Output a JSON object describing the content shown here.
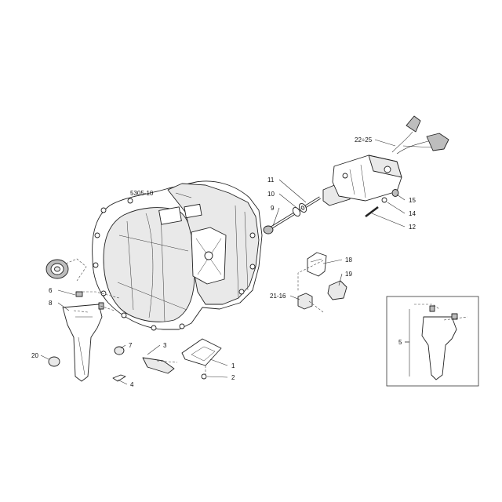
{
  "diagram": {
    "callouts": [
      {
        "id": "c-5305-10",
        "text": "5305-10"
      },
      {
        "id": "c-11",
        "text": "11"
      },
      {
        "id": "c-10",
        "text": "10"
      },
      {
        "id": "c-9",
        "text": "9"
      },
      {
        "id": "c-22-25",
        "text": "22÷25"
      },
      {
        "id": "c-15",
        "text": "15"
      },
      {
        "id": "c-14",
        "text": "14"
      },
      {
        "id": "c-12",
        "text": "12"
      },
      {
        "id": "c-18",
        "text": "18"
      },
      {
        "id": "c-19",
        "text": "19"
      },
      {
        "id": "c-21-16",
        "text": "21-16"
      },
      {
        "id": "c-6",
        "text": "6"
      },
      {
        "id": "c-8",
        "text": "8"
      },
      {
        "id": "c-20",
        "text": "20"
      },
      {
        "id": "c-7",
        "text": "7"
      },
      {
        "id": "c-3",
        "text": "3"
      },
      {
        "id": "c-4",
        "text": "4"
      },
      {
        "id": "c-1",
        "text": "1"
      },
      {
        "id": "c-2",
        "text": "2"
      },
      {
        "id": "c-5",
        "text": "5"
      }
    ]
  }
}
